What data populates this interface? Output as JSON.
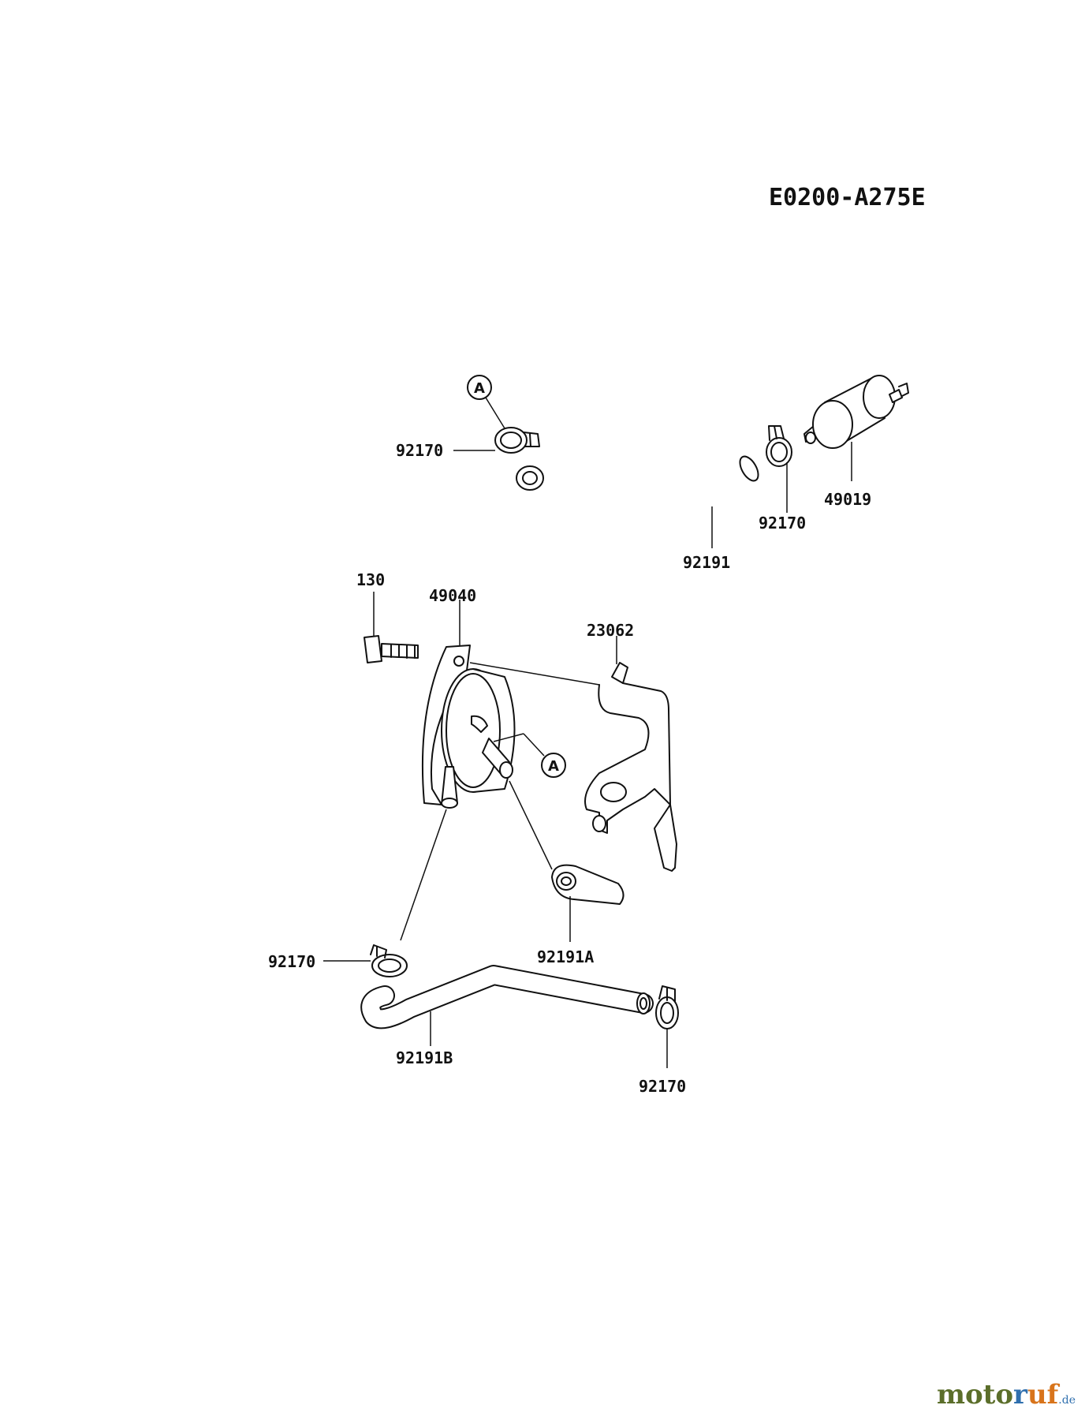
{
  "diagram_code": "E0200-A275E",
  "callout_letter": "A",
  "parts": {
    "clamp_top_left": "92170",
    "clamp_top_right": "92170",
    "fuel_filter": "49019",
    "fuel_hose_top": "92191",
    "bolt": "130",
    "fuel_pump": "49040",
    "bracket": "23062",
    "hose_a": "92191A",
    "clamp_bottom_left": "92170",
    "hose_b": "92191B",
    "clamp_bottom_right": "92170"
  },
  "watermark": {
    "part1": "moto",
    "part2": "r",
    "part3": "uf",
    "suffix": ".de"
  }
}
